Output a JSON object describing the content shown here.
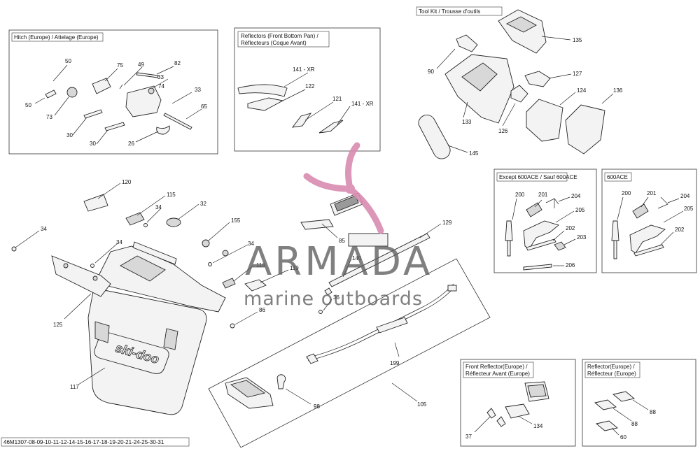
{
  "diagram": {
    "boxes": {
      "hitch": "Hitch (Europe) / Attelage (Europe)",
      "reflectors_front_line1": "Reflectors (Front Bottom Pan) /",
      "reflectors_front_line2": "Réflecteurs (Coque Avant)",
      "tool_kit": "Tool Kit / Trousse d'outils",
      "except_600ace": "Except 600ACE / Sauf 600ACE",
      "ace600": "600ACE",
      "front_reflector_line1": "Front Reflector(Europe) /",
      "front_reflector_line2": "Réflecteur Avant (Europe)",
      "reflector_line1": "Reflector(Europe) /",
      "reflector_line2": "Réflecteur (Europe)"
    },
    "labels": {
      "p50a": "50",
      "p75": "75",
      "p49": "49",
      "p82": "82",
      "p33a": "33",
      "p74": "74",
      "p33b": "33",
      "p50b": "50",
      "p73": "73",
      "p65": "65",
      "p30a": "30",
      "p30b": "30",
      "p26": "26",
      "p141a": "141 - XR",
      "p122": "122",
      "p121": "121",
      "p141b": "141 - XR",
      "p135": "135",
      "p90": "90",
      "p127": "127",
      "p124": "124",
      "p136": "136",
      "p133": "133",
      "p126": "126",
      "p145": "145",
      "p200a": "200",
      "p201a": "201",
      "p204a": "204",
      "p205a": "205",
      "p202a": "202",
      "p203": "203",
      "p206": "206",
      "p200b": "200",
      "p201b": "201",
      "p204b": "204",
      "p205b": "205",
      "p202b": "202",
      "p120": "120",
      "p115": "115",
      "p34a": "34",
      "p32": "32",
      "p34b": "34",
      "p34c": "34",
      "p155": "155",
      "p34d": "34",
      "p116": "116",
      "p119": "119",
      "p125": "125",
      "p86": "86",
      "p36": "36",
      "p117": "117",
      "p85": "85",
      "p129": "129",
      "p140": "140",
      "p199": "199",
      "p98": "98",
      "p105": "105",
      "p37": "37",
      "p134": "134",
      "p88a": "88",
      "p88b": "88",
      "p60": "60"
    },
    "watermark": {
      "brand": "ARMADA",
      "tagline": "marine outboards"
    },
    "footer": "46M1307-08-09-10-11-12-14-15-16-17-18-19-20-21-24-25-30-31",
    "colors": {
      "line": "#222222",
      "watermark_text": "#5a5a5a",
      "watermark_logo": "#d98bb0"
    }
  }
}
